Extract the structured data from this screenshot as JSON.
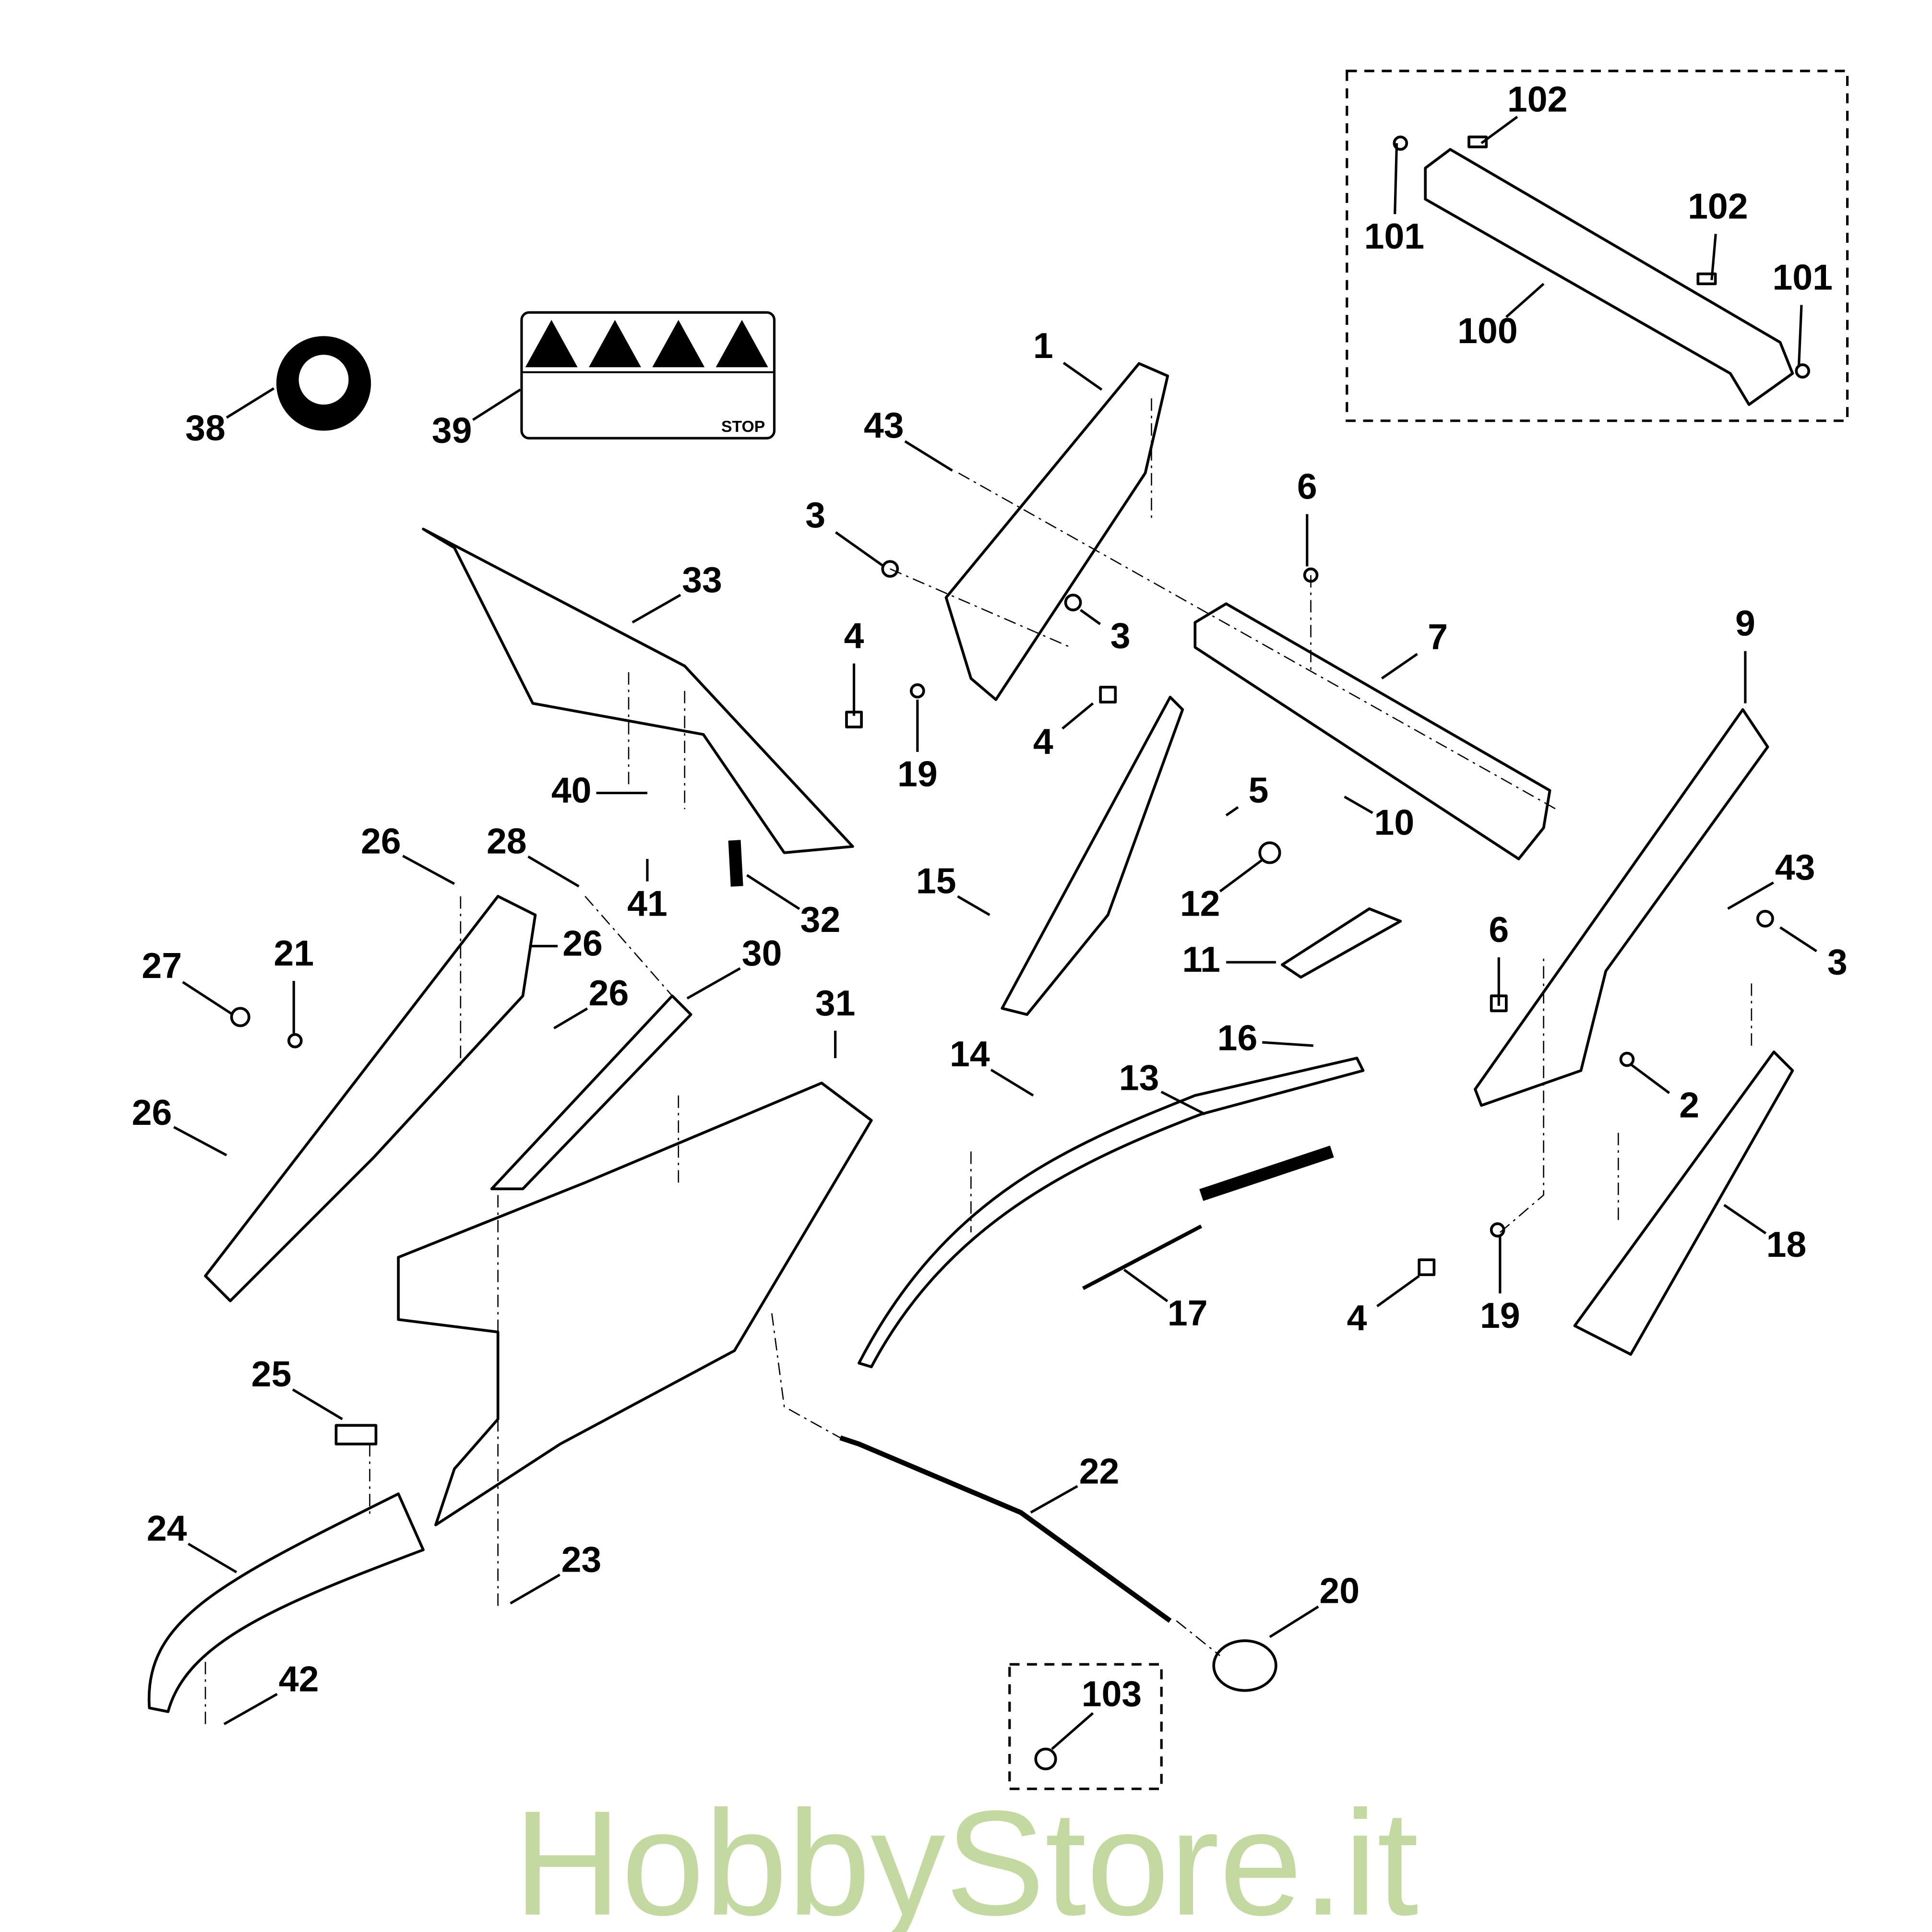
{
  "diagram": {
    "type": "exploded-parts-diagram",
    "watermark": "HobbyStore.it",
    "watermark_color": "#b5d08a",
    "sticker_stop_text": "STOP",
    "callouts": [
      "102",
      "101",
      "102",
      "101",
      "100",
      "38",
      "39",
      "1",
      "43",
      "3",
      "6",
      "33",
      "3",
      "7",
      "9",
      "4",
      "19",
      "4",
      "40",
      "5",
      "10",
      "26",
      "28",
      "41",
      "32",
      "15",
      "12",
      "43",
      "26",
      "30",
      "11",
      "6",
      "3",
      "27",
      "21",
      "26",
      "31",
      "16",
      "14",
      "13",
      "2",
      "26",
      "18",
      "17",
      "4",
      "19",
      "25",
      "22",
      "24",
      "23",
      "20",
      "103",
      "42"
    ]
  }
}
